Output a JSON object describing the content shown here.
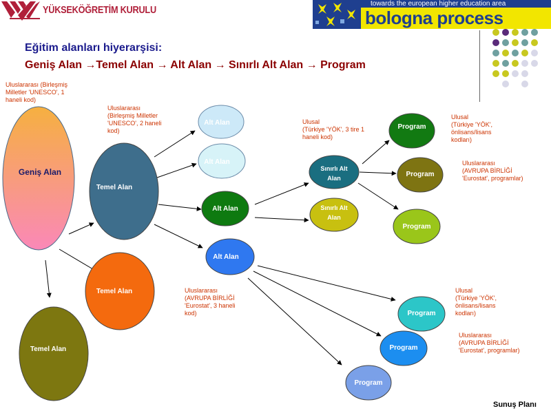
{
  "header": {
    "yok_name": "YÜKSEKÖĞRETİM KURULU",
    "bologna_top": "towards the european higher education area",
    "bologna_main": "bologna process"
  },
  "title": "Eğitim alanları hiyerarşisi:",
  "hierarchy": "Geniş Alan →Temel Alan → Alt Alan → Sınırlı Alt Alan → Program",
  "footer": "Sunuş Planı",
  "colors": {
    "yok_red": "#b0203a",
    "bologna_blue": "#1f3f8f",
    "bologna_yellow": "#f2e600",
    "note_orange": "#cc3300"
  },
  "nodes": {
    "genis": "Geniş Alan",
    "temel": "Temel Alan",
    "alt": "Alt Alan",
    "sinirli": "Sınırlı Alt Alan",
    "program": "Program"
  },
  "notes": {
    "unesco1": "Uluslararası (Birleşmiş\nMilletler 'UNESCO', 1\nhaneli kod)",
    "unesco2": "Uluslararası\n(Birleşmiş Milletler\n'UNESCO', 2 haneli\nkod)",
    "yok1": "Ulusal\n(Türkiye 'YÖK', 3 tire 1\nhaneli kod)",
    "yok_prog1": "Ulusal\n(Türkiye 'YÖK',\nönlisans/lisans\nkodları)",
    "eu_prog1": "Uluslararası\n(AVRUPA BİRLİĞİ\n'Eurostat', programlar)",
    "eu3": "Uluslararası\n(AVRUPA BİRLİĞİ\n'Eurostat', 3 haneli\nkod)",
    "yok_prog2": "Ulusal\n(Türkiye 'YÖK',\nönlisans/lisans\nkodları)",
    "eu_prog2": "Uluslararası\n(AVRUPA BİRLİĞİ\n'Eurostat', programlar)"
  }
}
